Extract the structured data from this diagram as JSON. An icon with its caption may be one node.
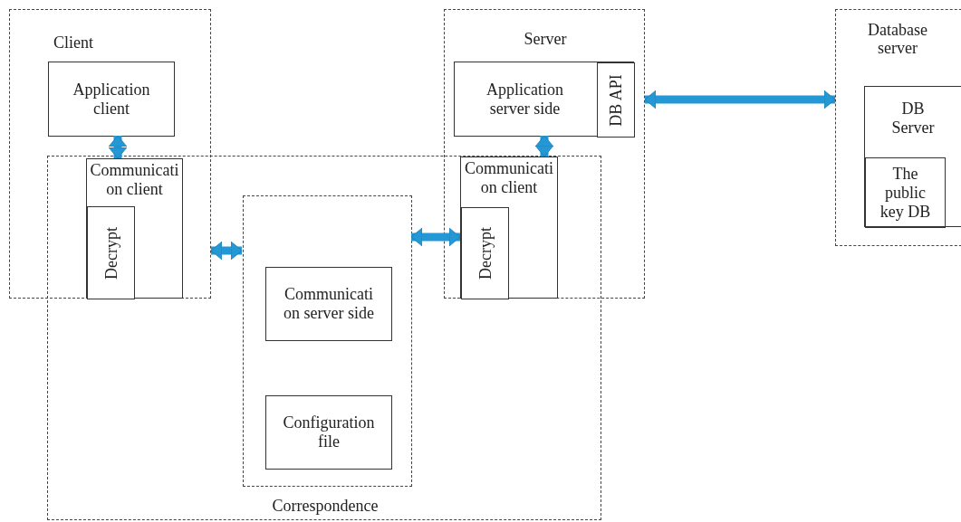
{
  "diagram": {
    "nodes": [
      {
        "text": [
          "Client"
        ]
      },
      {
        "text": [
          "Application client"
        ],
        "in": 0
      },
      {
        "text": [
          "Correspondence"
        ]
      },
      {
        "text": [
          "Communication client"
        ]
      },
      {
        "text": [
          "Decrypt"
        ],
        "in": 3
      },
      {
        "text": [],
        "shape": "box",
        "in": 2
      },
      {
        "text": [
          "Communication server side"
        ],
        "in": 5
      },
      {
        "text": [
          "Configuration file"
        ],
        "in": 5
      },
      {
        "text": [
          "Server"
        ]
      },
      {
        "text": [
          "Application server side"
        ],
        "in": 8
      },
      {
        "text": [
          "DB API"
        ],
        "in": 9
      },
      {
        "text": [
          "Communication client"
        ]
      },
      {
        "text": [
          "Decrypt"
        ],
        "in": 11
      },
      {
        "text": [
          "Database server"
        ]
      },
      {
        "text": [
          "DB Server"
        ],
        "in": 13
      },
      {
        "text": [
          "The public key DB"
        ],
        "in": 14
      }
    ],
    "edges": [
      {
        "from": 1,
        "to": 3,
        "arrow": "both"
      },
      {
        "from": 0,
        "to": 5,
        "arrow": "both"
      },
      {
        "from": 5,
        "to": 11,
        "arrow": "both"
      },
      {
        "from": 9,
        "to": 11,
        "arrow": "both"
      },
      {
        "from": 8,
        "to": 13,
        "arrow": "both"
      }
    ]
  }
}
